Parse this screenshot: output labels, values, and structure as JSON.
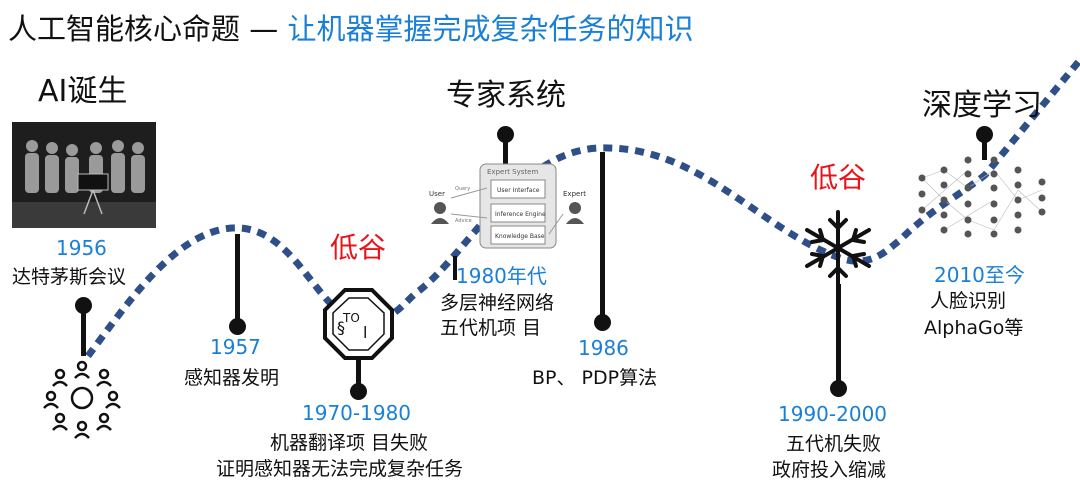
{
  "title": {
    "prefix": "人工智能核心命题 — ",
    "highlight": "让机器掌握完成复杂任务的知识"
  },
  "eras": {
    "ai_birth": "AI诞生",
    "expert_systems": "专家系统",
    "deep_learning": "深度学习"
  },
  "low_valleys": [
    "低谷",
    "低谷"
  ],
  "milestones": [
    {
      "year": "1956",
      "text": [
        "达特茅斯会议"
      ]
    },
    {
      "year": "1957",
      "text": [
        "感知器发明"
      ]
    },
    {
      "year": "1970-1980",
      "text": [
        "机器翻译项 目失败",
        "证明感知器无法完成复杂任务"
      ]
    },
    {
      "year": "1980年代",
      "text": [
        "多层神经网络",
        "五代机项 目"
      ]
    },
    {
      "year": "1986",
      "text": [
        "BP、 PDP算法"
      ]
    },
    {
      "year": "1990-2000",
      "text": [
        "五代机失败",
        "政府投入缩减"
      ]
    },
    {
      "year": "2010至今",
      "text": [
        "人脸识别",
        "AlphaGo等"
      ]
    }
  ],
  "expert_system_figure": {
    "user": "User",
    "expert": "Expert",
    "box_title": "Expert System",
    "modules": [
      "User Interface",
      "Inference Engine",
      "Knowledge Base"
    ],
    "arrows": [
      "Query",
      "Advice"
    ]
  },
  "colors": {
    "wave": "#2f4f88",
    "accent_blue": "#1a7fd6",
    "low_red": "#e8141a"
  }
}
